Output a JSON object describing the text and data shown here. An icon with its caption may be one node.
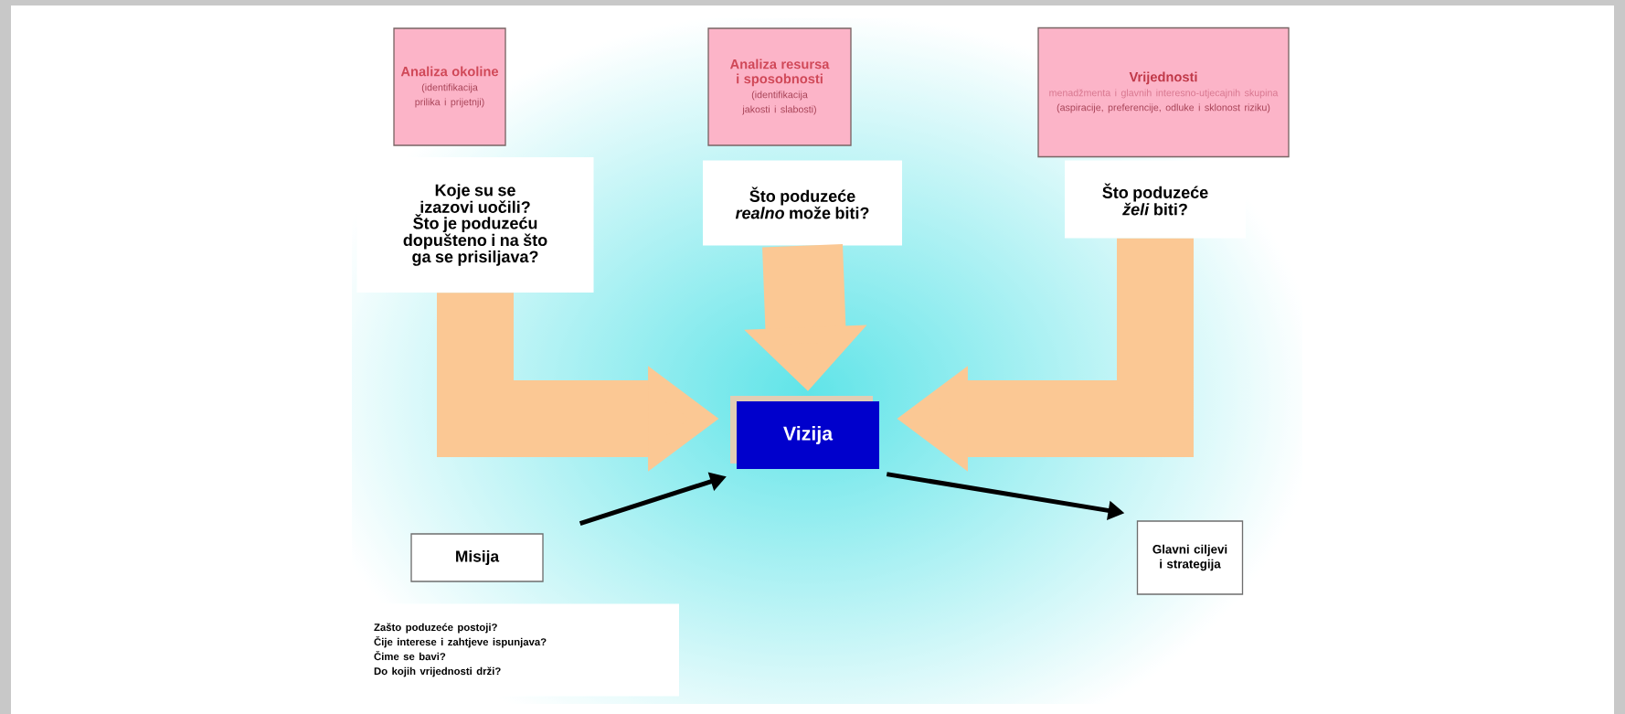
{
  "diagram": {
    "nodes": [
      {
        "text": [
          "Analiza okoline",
          "(identifikacija prilika i prijetnji)"
        ]
      },
      {
        "text": [
          "Analiza resursa i sposobnosti",
          "(identifikacija jakosti i slabosti)"
        ]
      },
      {
        "text": [
          "Vrijednosti",
          "menadžmenta i glavnih interesno-utjecajnih skupina",
          "(aspiracije, preferencije, odluke i sklonost riziku)"
        ]
      },
      {
        "text": [
          "Koje su se izazovi uočili?",
          "Što je poduzeću dopušteno i na što ga se prisiljava?"
        ]
      },
      {
        "text": [
          "Što poduzeće *realno* može biti?"
        ]
      },
      {
        "text": [
          "Što poduzeće *želi* biti?"
        ]
      },
      {
        "text": [
          "Vizija"
        ]
      },
      {
        "text": [
          "Misija"
        ]
      },
      {
        "text": [
          "Zašto poduzeće postoji?",
          "Čije interese i zahtjeve ispunjava?",
          "Čime se bavi?",
          "Do kojih vrijednosti drži?"
        ]
      },
      {
        "text": [
          "Glavni ciljevi i strategija"
        ]
      }
    ],
    "edges": [
      {
        "from": 3,
        "to": 6,
        "arrow": "to"
      },
      {
        "from": 4,
        "to": 6,
        "arrow": "to"
      },
      {
        "from": 5,
        "to": 6,
        "arrow": "to"
      },
      {
        "from": 7,
        "to": 6,
        "arrow": "to",
        "color": "#000000"
      },
      {
        "from": 6,
        "to": 9,
        "arrow": "to",
        "color": "#000000"
      }
    ]
  }
}
